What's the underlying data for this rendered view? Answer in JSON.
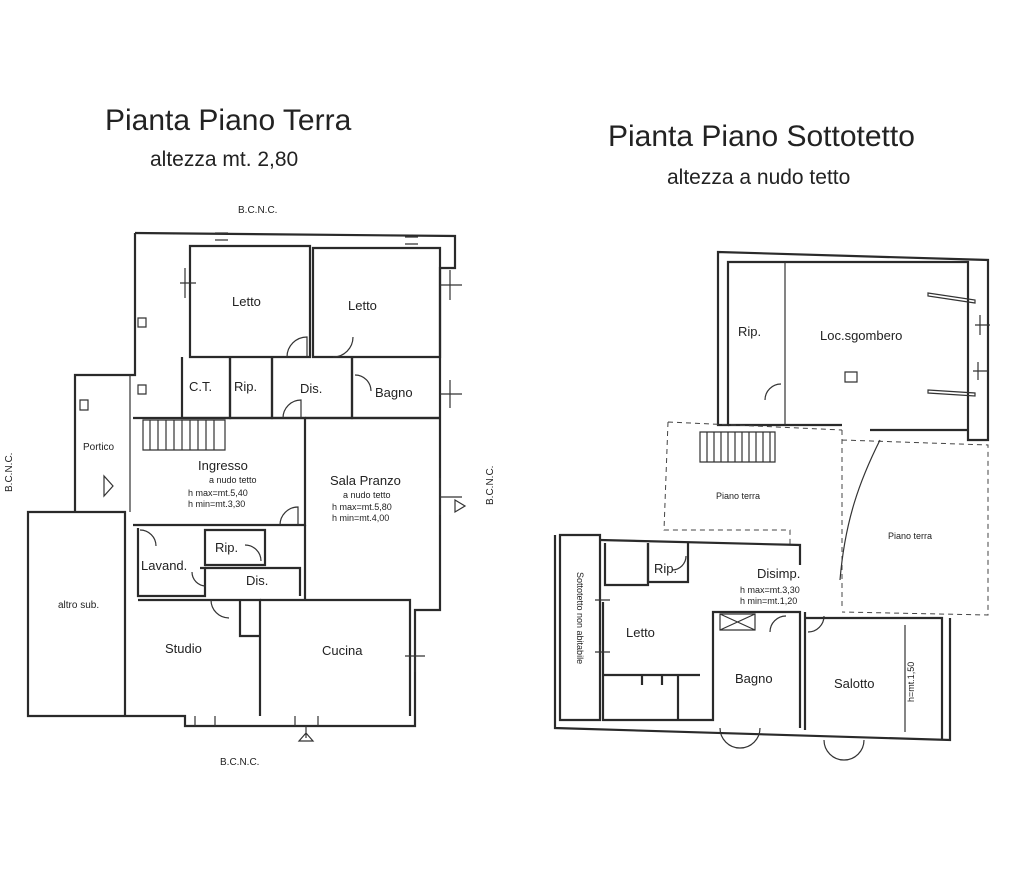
{
  "ground_floor": {
    "title": "Pianta Piano Terra",
    "subtitle": "altezza mt. 2,80",
    "bcnc_top": "B.C.N.C.",
    "bcnc_bottom": "B.C.N.C.",
    "bcnc_left": "B.C.N.C.",
    "bcnc_right": "B.C.N.C.",
    "rooms": {
      "letto_1": "Letto",
      "letto_2": "Letto",
      "ct": "C.T.",
      "rip_1": "Rip.",
      "dis_1": "Dis.",
      "bagno": "Bagno",
      "portico": "Portico",
      "ingresso": "Ingresso",
      "ingresso_note": "a nudo tetto",
      "ingresso_hmax": "h max=mt.5,40",
      "ingresso_hmin": "h min=mt.3,30",
      "sala_pranzo": "Sala Pranzo",
      "sala_note": "a nudo tetto",
      "sala_hmax": "h max=mt.5,80",
      "sala_hmin": "h min=mt.4,00",
      "lavand": "Lavand.",
      "rip_2": "Rip.",
      "dis_2": "Dis.",
      "altro_sub": "altro sub.",
      "studio": "Studio",
      "cucina": "Cucina"
    }
  },
  "attic_floor": {
    "title": "Pianta Piano Sottotetto",
    "subtitle": "altezza a nudo tetto",
    "rooms": {
      "rip_1": "Rip.",
      "loc_sgombero": "Loc.sgombero",
      "piano_terra_1": "Piano terra",
      "piano_terra_2": "Piano terra",
      "rip_2": "Rip.",
      "disimp": "Disimp.",
      "disimp_hmax": "h max=mt.3,30",
      "disimp_hmin": "h min=mt.1,20",
      "sottotetto": "Sottotetto non abitabile",
      "letto": "Letto",
      "bagno": "Bagno",
      "salotto": "Salotto",
      "salotto_h": "h=mt.1,50"
    }
  }
}
